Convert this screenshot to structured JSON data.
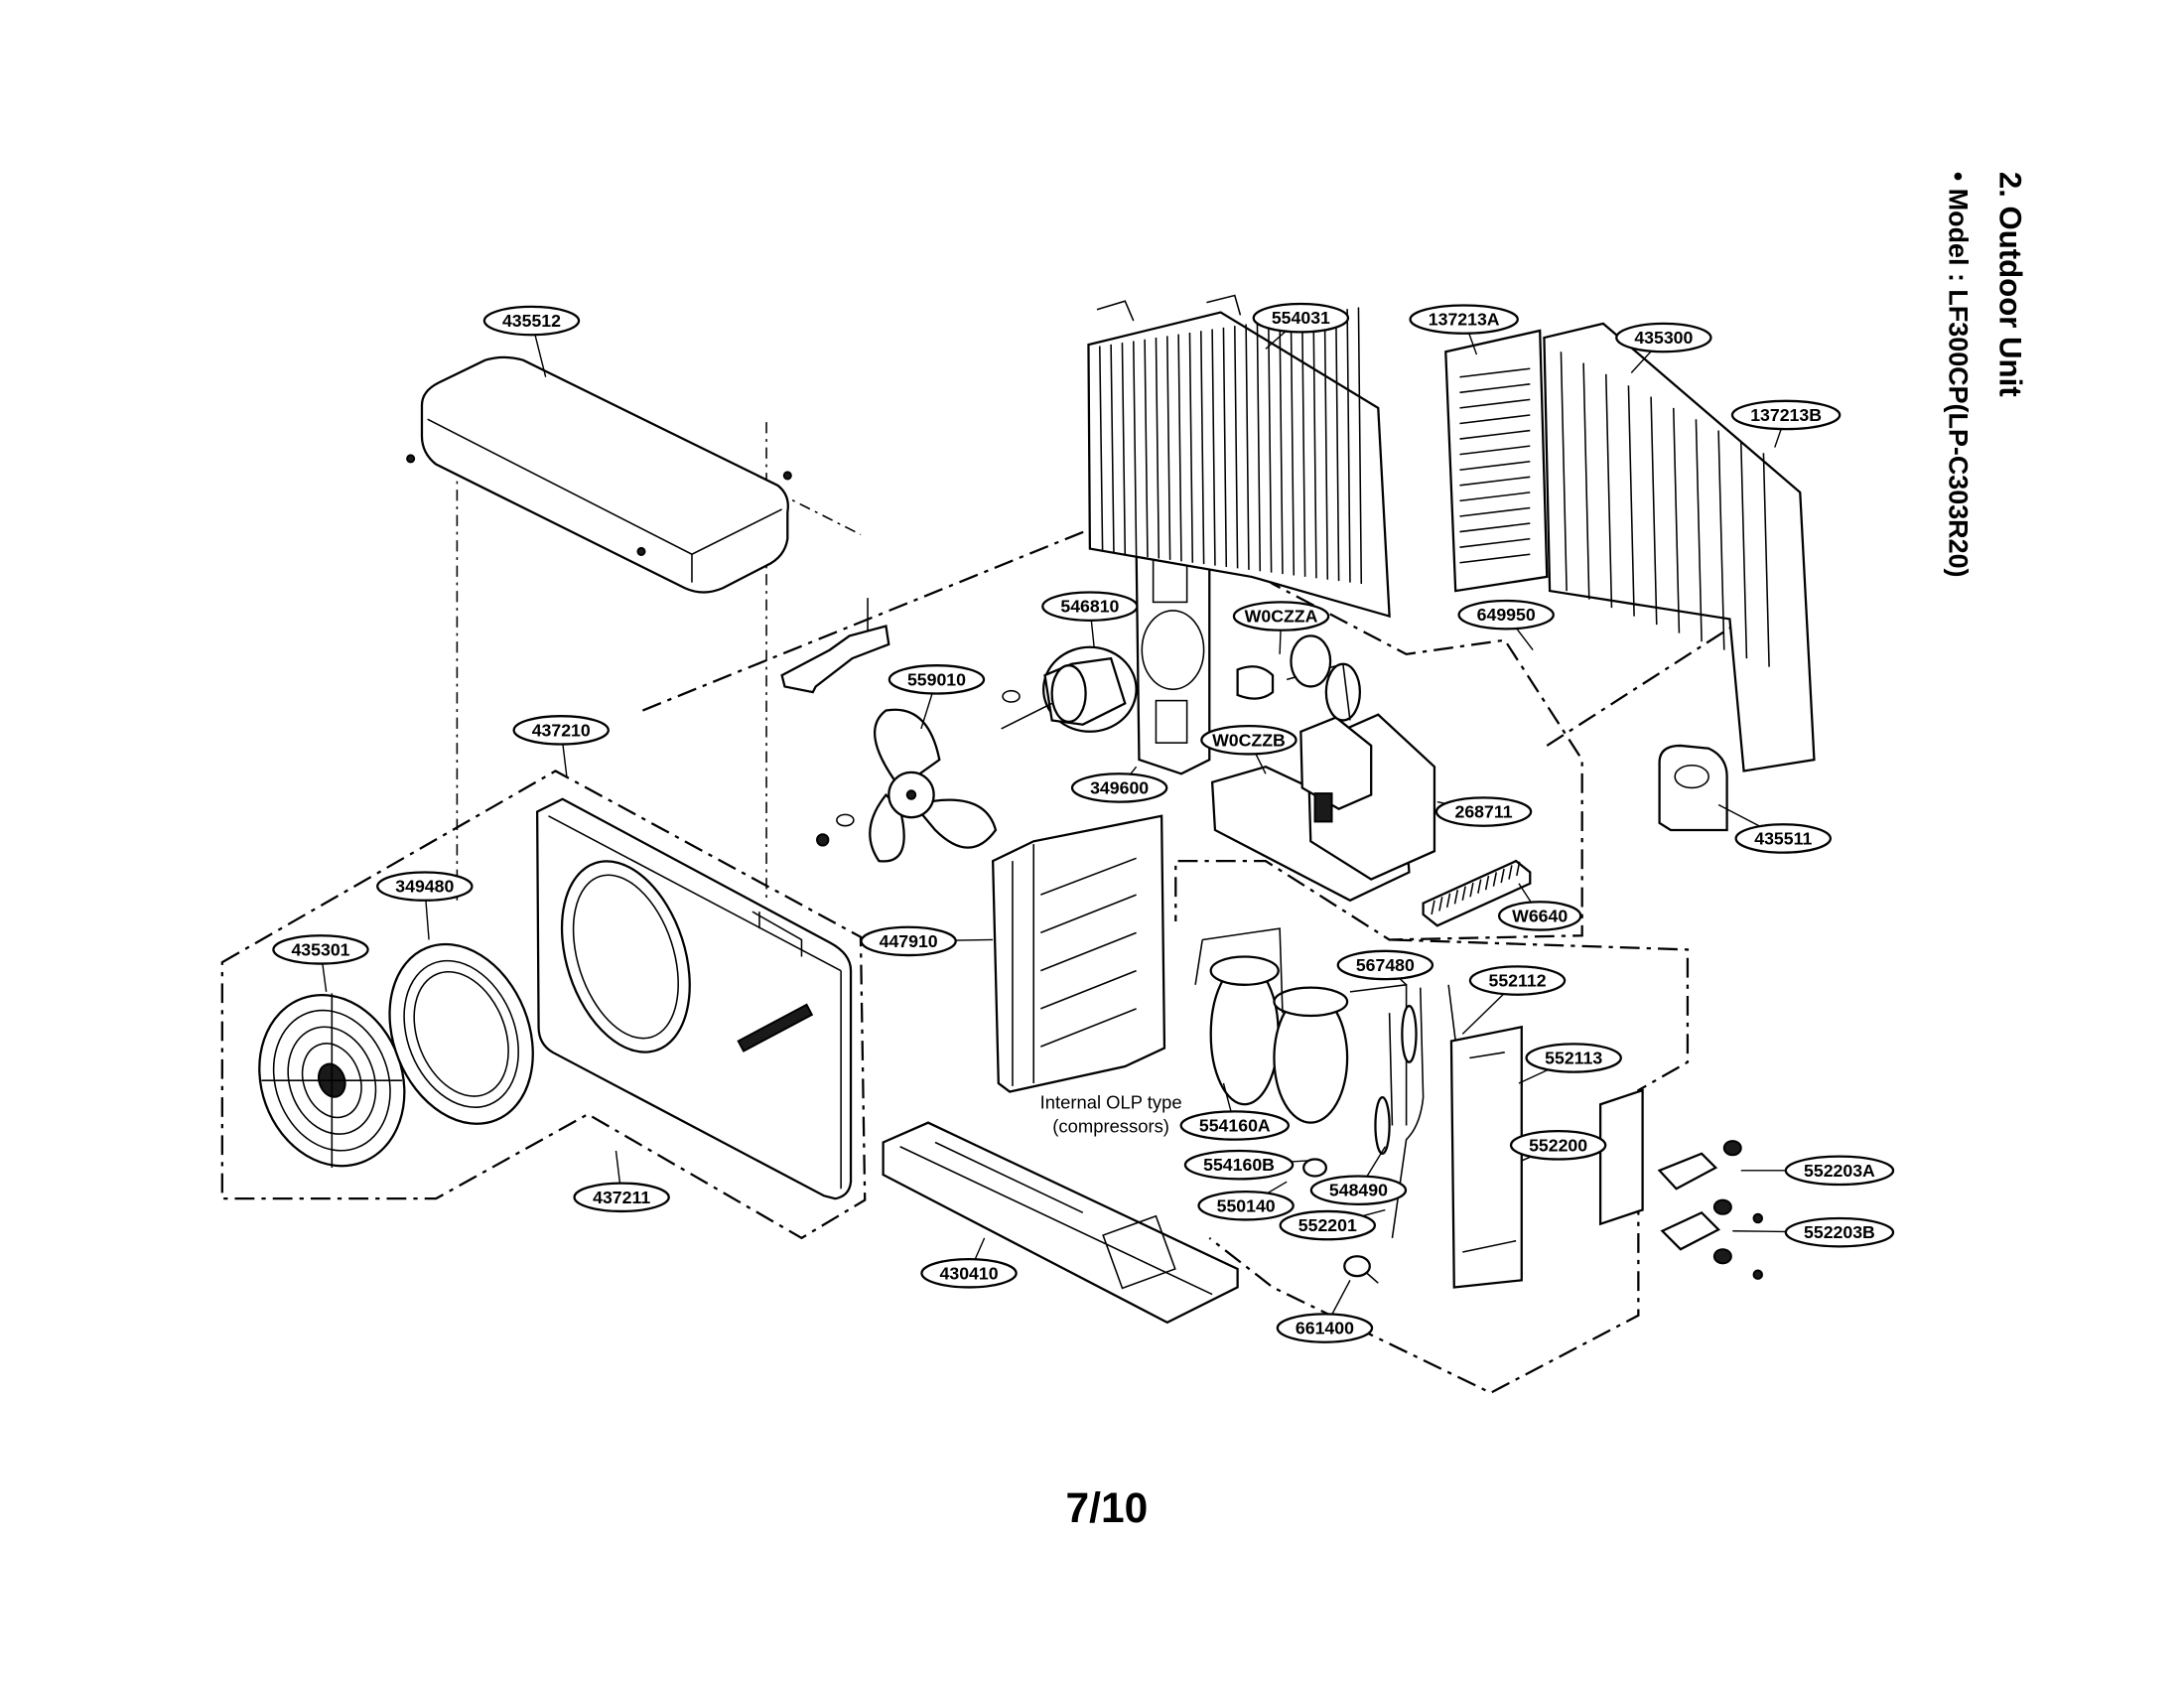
{
  "header": {
    "section_title": "2. Outdoor Unit",
    "model_line": "• Model : LF300CP(LP-C303R20)"
  },
  "footer": {
    "page_number": "7/10"
  },
  "annotation": {
    "line1": "Internal OLP type",
    "line2": "(compressors)"
  },
  "callouts": [
    "435512",
    "554031",
    "137213A",
    "435300",
    "137213B",
    "546810",
    "W0CZZA",
    "649950",
    "559010",
    "437210",
    "W0CZZB",
    "349600",
    "268711",
    "435511",
    "349480",
    "435301",
    "447910",
    "W6640",
    "567480",
    "552112",
    "552113",
    "554160A",
    "554160B",
    "552200",
    "552203A",
    "552203B",
    "550140",
    "548490",
    "552201",
    "437211",
    "430410",
    "661400"
  ]
}
